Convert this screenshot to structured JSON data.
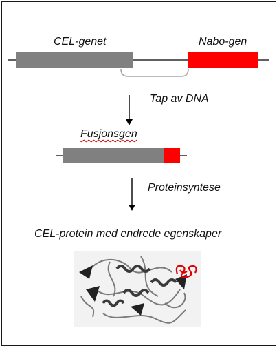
{
  "labels": {
    "cel_gene": "CEL-genet",
    "neighbor_gene": "Nabo-gen",
    "dna_loss": "Tap av DNA",
    "fusion_gene": "Fusjonsgen",
    "protein_synthesis": "Proteinsyntese",
    "cel_protein": "CEL-protein med endrede egenskaper"
  },
  "colors": {
    "gene_gray": "#808080",
    "neighbor_red": "#ff0000",
    "line_black": "#000000",
    "bracket_gray": "#a6a6a6"
  }
}
